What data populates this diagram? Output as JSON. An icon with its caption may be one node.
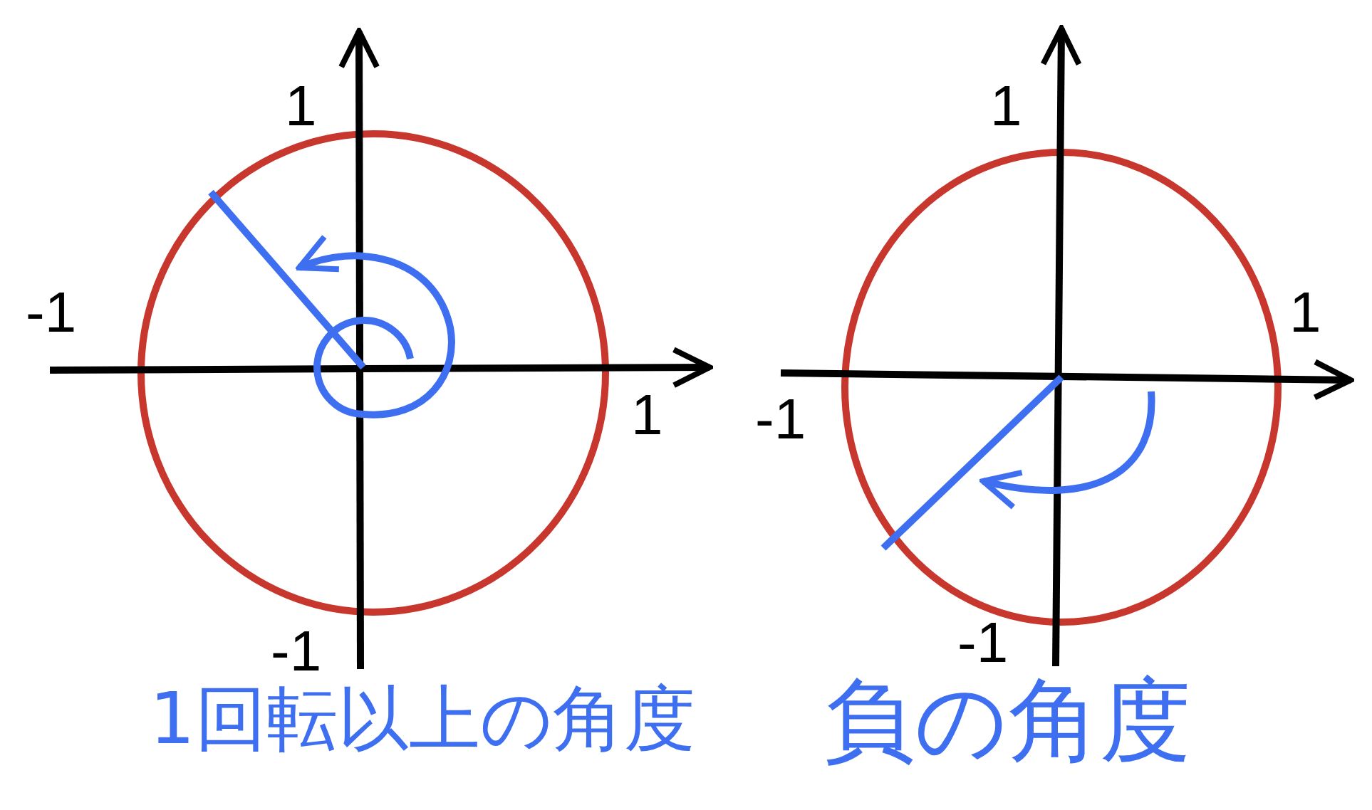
{
  "diagram": {
    "labels": [
      "1",
      "-1",
      "1",
      "-1",
      "1回転以上の角度",
      "1",
      "1",
      "-1",
      "-1",
      "負の角度"
    ]
  }
}
